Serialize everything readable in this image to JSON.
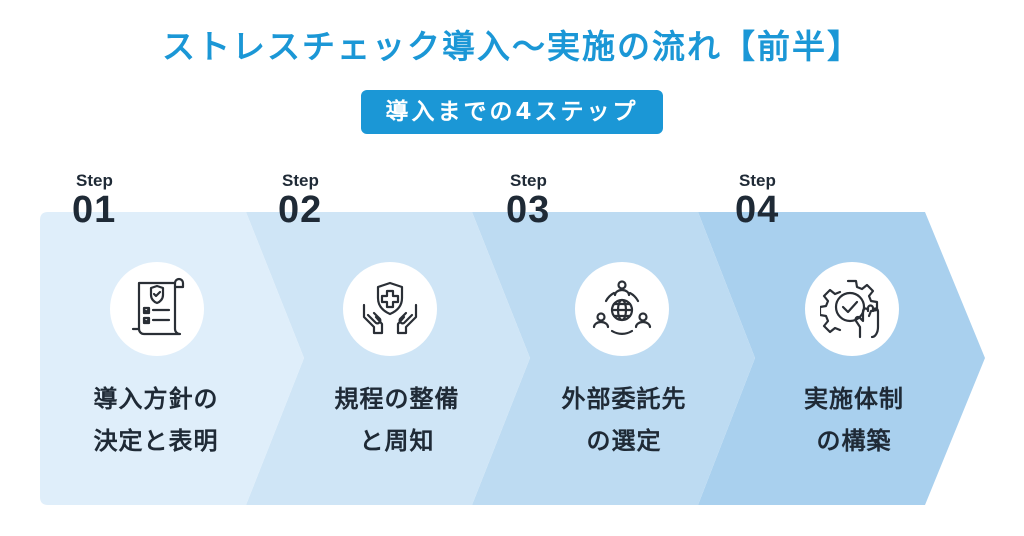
{
  "title": "ストレスチェック導入〜実施の流れ【前半】",
  "subtitle": "導入までの4ステップ",
  "colors": {
    "accent": "#1b97d6",
    "step_fills": [
      "#dfeefa",
      "#cfe5f6",
      "#bddbf2",
      "#a9d0ee"
    ],
    "text": "#1f2a36"
  },
  "steps": [
    {
      "word": "Step",
      "number": "01",
      "icon": "checklist-document-icon",
      "label_lines": [
        "導入方針の",
        "決定と表明"
      ]
    },
    {
      "word": "Step",
      "number": "02",
      "icon": "shield-hands-icon",
      "label_lines": [
        "規程の整備",
        "と周知"
      ]
    },
    {
      "word": "Step",
      "number": "03",
      "icon": "people-globe-icon",
      "label_lines": [
        "外部委託先",
        "の選定"
      ]
    },
    {
      "word": "Step",
      "number": "04",
      "icon": "gear-check-hand-icon",
      "label_lines": [
        "実施体制",
        "の構築"
      ]
    }
  ]
}
